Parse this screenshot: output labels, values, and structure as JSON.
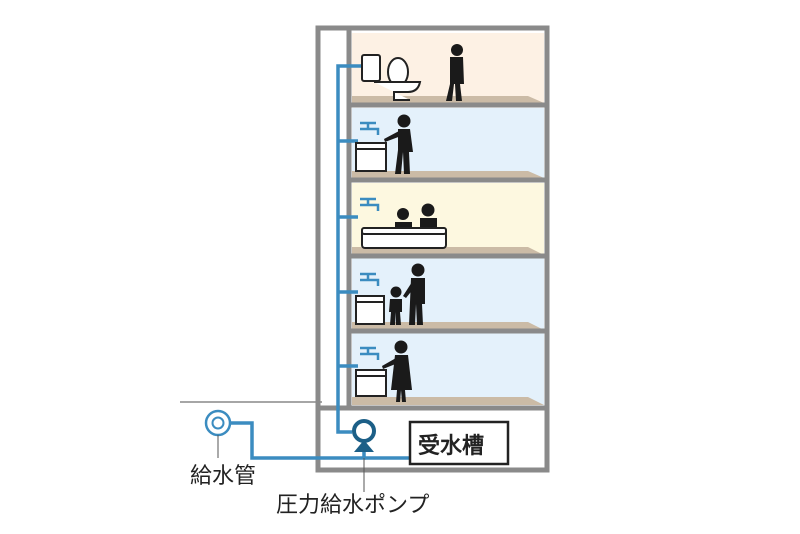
{
  "labels": {
    "main_pipe": "給水管",
    "pressure_pump": "圧力給水ポンプ",
    "receiving_tank": "受水槽"
  },
  "floors": [
    {
      "fixture": "toilet-icon",
      "occupant": "person-standing-icon",
      "tint": "#fdf1e4"
    },
    {
      "fixture": "washbasin-icon",
      "occupant": "person-washing-icon",
      "tint": "#e4f1fb"
    },
    {
      "fixture": "bathtub-icon",
      "occupant": "two-people-bathing-icon",
      "tint": "#fdf8e0"
    },
    {
      "fixture": "washbasin-icon",
      "occupant": "adult-with-child-icon",
      "tint": "#e4f1fb"
    },
    {
      "fixture": "washbasin-icon",
      "occupant": "woman-washing-icon",
      "tint": "#e4f1fb"
    }
  ],
  "colors": {
    "pipe": "#3b8cc0",
    "wall": "#8a8a8a",
    "floor_slab": "#cbbba6",
    "figure": "#1a1a1a"
  }
}
